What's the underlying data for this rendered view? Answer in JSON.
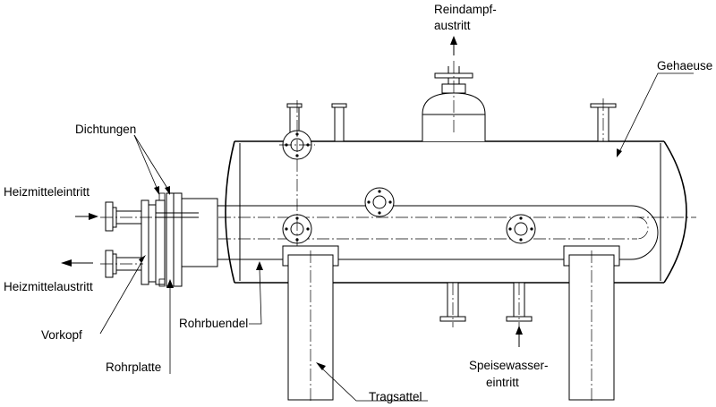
{
  "labels": {
    "reindampf_line1": "Reindampf-",
    "reindampf_line2": "austritt",
    "gehaeuse": "Gehaeuse",
    "dichtungen": "Dichtungen",
    "heizmitteleintritt": "Heizmitteleintritt",
    "heizmittelaustritt": "Heizmittelaustritt",
    "vorkopf": "Vorkopf",
    "rohrbuendel": "Rohrbuendel",
    "rohrplatte": "Rohrplatte",
    "speisewasser_line1": "Speisewasser-",
    "speisewasser_line2": "eintritt",
    "tragsattel": "Tragsattel"
  },
  "icons": {
    "flow_arrow": "arrow-icon",
    "flange": "flange-icon"
  },
  "colors": {
    "line": "#000000",
    "background": "#ffffff"
  }
}
